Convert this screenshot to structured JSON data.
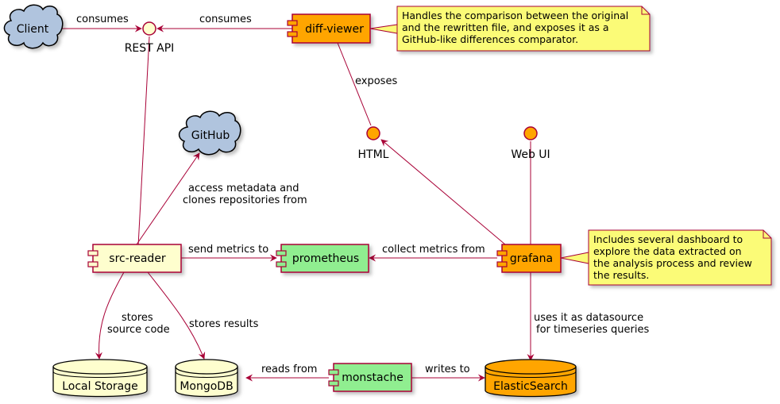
{
  "colors": {
    "edge": "#A80036",
    "cloud_fill": "#B0C4DE",
    "component_yellow": "#FEFECE",
    "component_orange": "#FFA500",
    "component_green": "#90EE90",
    "note_fill": "#FBFB77",
    "db_yellow": "#FEFECE",
    "db_orange": "#FFA500",
    "interface_orange": "#FFA500",
    "interface_yellow": "#FEFECE"
  },
  "clouds": {
    "client": "Client",
    "github": "GitHub"
  },
  "interfaces": {
    "rest_api": "REST API",
    "html": "HTML",
    "web_ui": "Web UI"
  },
  "components": {
    "diff_viewer": "diff-viewer",
    "src_reader": "src-reader",
    "prometheus": "prometheus",
    "grafana": "grafana",
    "monstache": "monstache"
  },
  "databases": {
    "local_storage": "Local Storage",
    "mongodb": "MongoDB",
    "elasticsearch": "ElasticSearch"
  },
  "notes": {
    "diff_viewer": [
      "Handles the comparison between the original",
      "and the rewritten file, and exposes it as a",
      "GitHub-like differences comparator."
    ],
    "grafana": [
      "Includes several dashboard to",
      "explore the data extracted on",
      "the analysis process and review",
      "the results."
    ]
  },
  "edges": {
    "client_consumes": "consumes",
    "diffviewer_consumes": "consumes",
    "exposes": "exposes",
    "github_access_1": "access metadata and",
    "github_access_2": "clones repositories from",
    "send_metrics": "send metrics to",
    "collect_metrics": "collect metrics from",
    "stores_source_1": "stores",
    "stores_source_2": "source code",
    "stores_results": "stores results",
    "datasource_1": "uses it as datasource",
    "datasource_2": "for timeseries queries",
    "reads_from": "reads from",
    "writes_to": "writes to"
  }
}
